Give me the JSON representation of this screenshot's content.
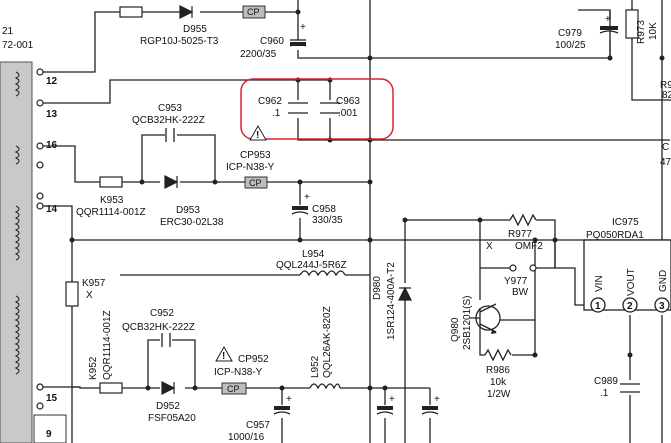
{
  "transformer": {
    "labels": [
      "21",
      "72-001"
    ],
    "pins": [
      "12",
      "13",
      "16",
      "14",
      "15",
      "9"
    ]
  },
  "components": {
    "D955": {
      "ref": "D955",
      "part": "RGP10J-5025-T3"
    },
    "C960": {
      "ref": "C960",
      "value": "2200/35"
    },
    "C979": {
      "ref": "C979",
      "value": "100/25"
    },
    "R973": {
      "ref": "R973",
      "value": "10K"
    },
    "C962": {
      "ref": "C962",
      "value": ".1"
    },
    "C963": {
      "ref": "C963",
      "value": ".001"
    },
    "C953": {
      "ref": "C953",
      "part": "QCB32HK-222Z"
    },
    "CP953": {
      "ref": "CP953",
      "part": "ICP-N38-Y"
    },
    "K953": {
      "ref": "K953",
      "part": "QQR1114-001Z"
    },
    "D953": {
      "ref": "D953",
      "part": "ERC30-02L38"
    },
    "C958": {
      "ref": "C958",
      "value": "330/35"
    },
    "L954": {
      "ref": "L954",
      "part": "QQL244J-5R6Z"
    },
    "R977": {
      "ref": "R977",
      "label": "X",
      "part": "OMF2"
    },
    "Y977": {
      "ref": "Y977",
      "part": "BW"
    },
    "IC975": {
      "ref": "IC975",
      "part": "PQ050RDA1"
    },
    "K957": {
      "ref": "K957",
      "label": "X"
    },
    "D980": {
      "ref": "D980",
      "part": "1SR124-400A-T2"
    },
    "Q980": {
      "ref": "Q980",
      "part": "2SB1201(S)"
    },
    "R986": {
      "ref": "R986",
      "value": "10k",
      "power": "1/2W"
    },
    "C952": {
      "ref": "C952",
      "part": "QCB32HK-222Z"
    },
    "K952": {
      "ref": "K952",
      "part": "QQR1114-001Z"
    },
    "CP952": {
      "ref": "CP952",
      "part": "ICP-N38-Y"
    },
    "D952": {
      "ref": "D952",
      "part": "FSF05A20"
    },
    "L952": {
      "ref": "L952",
      "part": "QQL26AK-820Z"
    },
    "C957": {
      "ref": "C957",
      "value": "1000/16"
    },
    "C989": {
      "ref": "C989",
      "value": ".1"
    }
  },
  "ic_pins": [
    {
      "num": "1",
      "name": "VIN"
    },
    {
      "num": "2",
      "name": "VOUT"
    },
    {
      "num": "3",
      "name": "GND"
    }
  ],
  "cp_label": "CP",
  "edge_fragments": [
    "R9",
    "82",
    "C",
    "47"
  ],
  "highlight_color": "#d9252b"
}
